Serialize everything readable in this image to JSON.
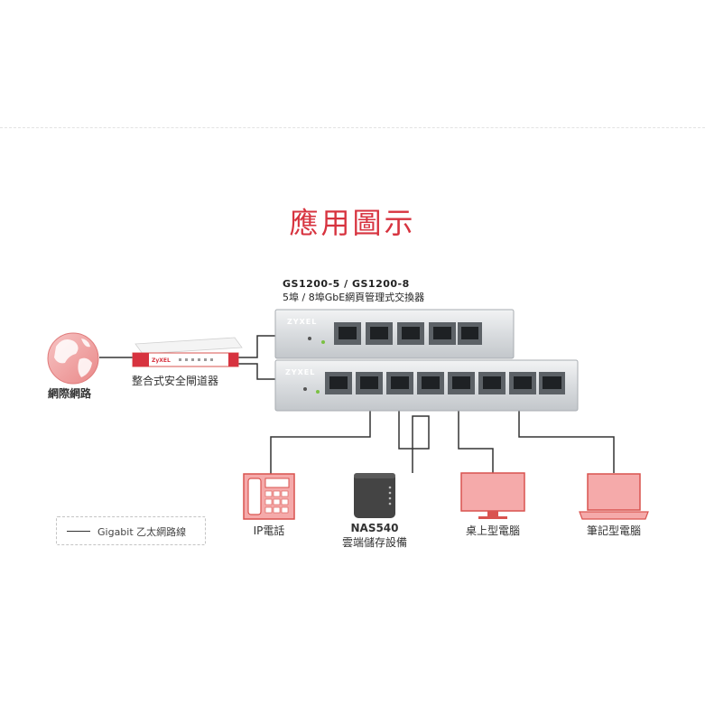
{
  "title": "應用圖示",
  "switch_header": {
    "models": "GS1200-5 / GS1200-8",
    "description": "5埠 / 8埠GbE網頁管理式交換器"
  },
  "switch_brand": "ZYXEL",
  "gateway_brand": "ZyXEL",
  "nodes": {
    "internet": "網際網路",
    "gateway": "整合式安全閘道器",
    "phone": "IP電話",
    "nas_name": "NAS540",
    "nas_desc": "雲端儲存設備",
    "desktop": "桌上型電腦",
    "laptop": "筆記型電腦"
  },
  "legend": {
    "label": "Gigabit 乙太網路線"
  },
  "colors": {
    "accent": "#d7333f",
    "device_pink": "#f5aaaa",
    "device_pink_stroke": "#d9534f",
    "nas_dark": "#444444",
    "cable": "#333333"
  }
}
